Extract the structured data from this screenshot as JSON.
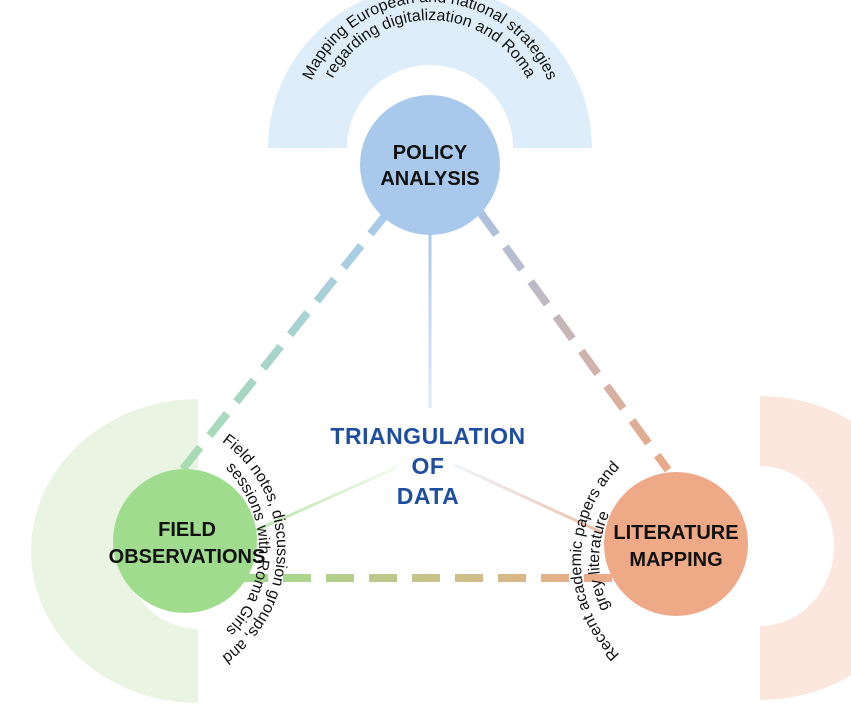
{
  "center": {
    "lines": [
      "TRIANGULATION",
      "OF",
      "DATA"
    ]
  },
  "nodes": {
    "policy": {
      "title_lines": [
        "POLICY",
        "ANALYSIS"
      ],
      "caption_lines": [
        "Mapping European and national strategies",
        "regarding digitalization and Roma"
      ]
    },
    "field": {
      "title_lines": [
        "FIELD",
        "OBSERVATIONS"
      ],
      "caption_lines": [
        "Field notes, discussion groups, and",
        "sessions with Roma Girls"
      ]
    },
    "literature": {
      "title_lines": [
        "LITERATURE",
        "MAPPING"
      ],
      "caption_lines": [
        "Recent academic papers and",
        "grey literature"
      ]
    }
  },
  "colors": {
    "policy": "#a9c9ec",
    "policy_band": "#ddeefa",
    "field": "#9fdc8e",
    "field_band": "#e9f5e2",
    "literature": "#eea987",
    "literature_band": "#fbe7dd",
    "center_text": "#1f4e9e"
  }
}
